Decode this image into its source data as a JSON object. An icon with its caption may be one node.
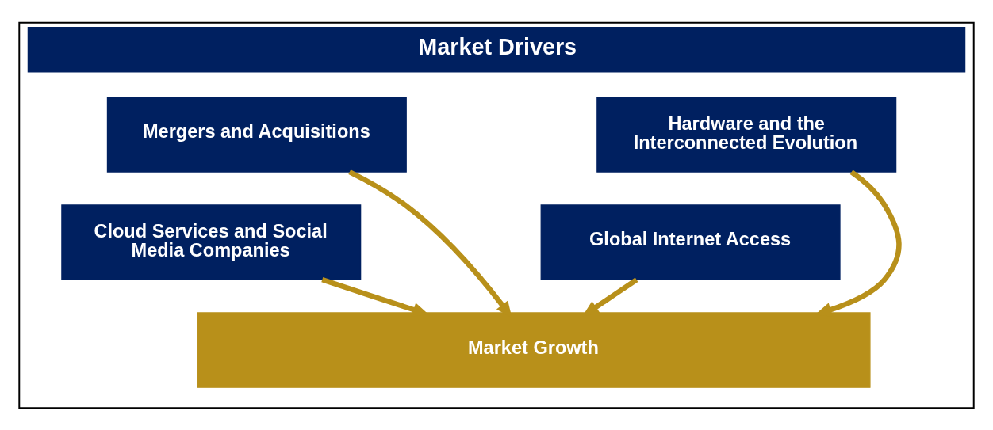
{
  "diagram": {
    "nodes": [
      {
        "text": [
          "Market Drivers"
        ]
      },
      {
        "text": [
          "Hardware and the Interconnected Evolution"
        ],
        "in": 0
      },
      {
        "text": [
          "Mergers and Acquisitions"
        ],
        "in": 0
      },
      {
        "text": [
          "Global Internet Access"
        ],
        "in": 0
      },
      {
        "text": [
          "Cloud Services and Social Media Companies"
        ],
        "in": 0
      },
      {
        "text": [
          "Market Growth"
        ],
        "in": 0
      }
    ],
    "edges": [
      {
        "from": 1,
        "to": 5,
        "arrow": "to"
      },
      {
        "from": 2,
        "to": 5,
        "arrow": "to"
      },
      {
        "from": 3,
        "to": 5,
        "arrow": "to"
      },
      {
        "from": 4,
        "to": 5,
        "arrow": "to"
      }
    ]
  }
}
